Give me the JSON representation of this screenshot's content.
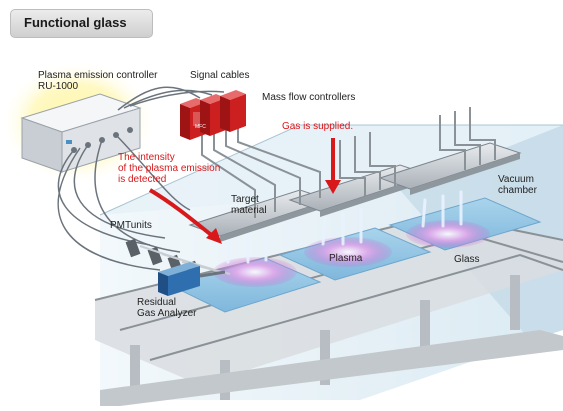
{
  "title": "Functional glass",
  "labels": {
    "controller": "Plasma emission controller",
    "controller_model": "RU-1000",
    "signal_cables": "Signal cables",
    "mfc": "Mass flow controllers",
    "gas_supplied": "Gas is supplied.",
    "intensity_1": "The intensity",
    "intensity_2": "of the plasma emission",
    "intensity_3": "is detected",
    "target_1": "Target",
    "target_2": "material",
    "vacuum_1": "Vacuum",
    "vacuum_2": "chamber",
    "pmt": "PMTunits",
    "plasma": "Plasma",
    "glass": "Glass",
    "rga_1": "Residual",
    "rga_2": "Gas Analyzer"
  },
  "mfc_unit_text": "MFC",
  "colors": {
    "accent_red": "#d7191c",
    "mfc_red": "#cc1f1f",
    "chamber": "#cfe3ee",
    "plasma": "#c86bd0",
    "glass": "#8fc3e3",
    "controller_glow": "#fff3a0"
  }
}
